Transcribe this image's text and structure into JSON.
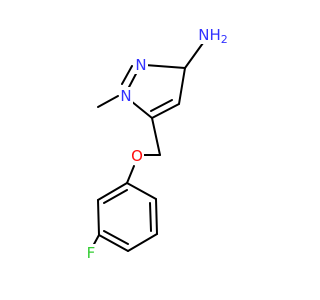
{
  "molecule": {
    "atoms": {
      "nh2": {
        "text": "NH",
        "sub": "2",
        "color": "#3333ff"
      },
      "n_ring": {
        "text": "N",
        "color": "#3333ff"
      },
      "n_methyl": {
        "text": "N",
        "color": "#3333ff"
      },
      "o_ether": {
        "text": "O",
        "color": "#ff0d0d"
      },
      "f_sub": {
        "text": "F",
        "color": "#33cc33"
      }
    },
    "bond_color": "#000000"
  }
}
